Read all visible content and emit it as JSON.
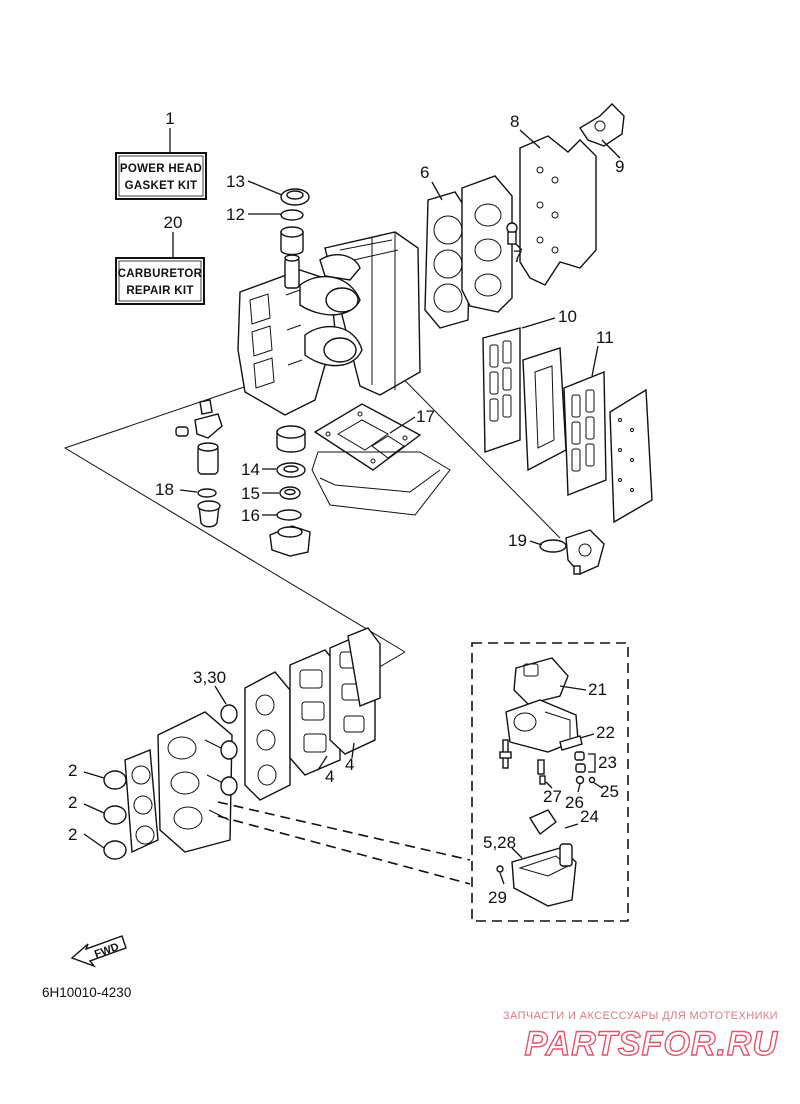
{
  "kits": {
    "power_head_kit": {
      "number": "1",
      "line1": "POWER HEAD",
      "line2": "GASKET KIT"
    },
    "carburetor_kit": {
      "number": "20",
      "line1": "CARBURETOR",
      "line2": "REPAIR KIT"
    }
  },
  "callouts": {
    "c2a": "2",
    "c2b": "2",
    "c2c": "2",
    "c3_30": "3,30",
    "c4a": "4",
    "c4b": "4",
    "c5_28": "5,28",
    "c6": "6",
    "c7": "7",
    "c8": "8",
    "c9": "9",
    "c10": "10",
    "c11": "11",
    "c12": "12",
    "c13": "13",
    "c14": "14",
    "c15": "15",
    "c16": "16",
    "c17": "17",
    "c18": "18",
    "c19": "19",
    "c21": "21",
    "c22": "22",
    "c23": "23",
    "c24": "24",
    "c25": "25",
    "c26": "26",
    "c27": "27",
    "c29": "29"
  },
  "fwd_label": "FWD",
  "reference": "6H10010-4230",
  "watermark": {
    "tagline": "ЗАПЧАСТИ И АКСЕССУАРЫ ДЛЯ МОТОТЕХНИКИ",
    "brand": "PARTSFOR.RU"
  }
}
